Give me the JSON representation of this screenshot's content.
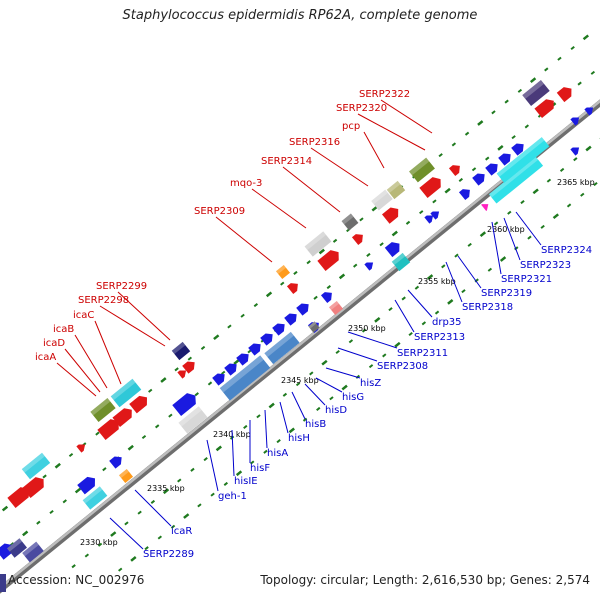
{
  "title": "Staphylococcus epidermidis RP62A, complete genome",
  "footer": {
    "accession": "Accession: NC_002976",
    "topology": "Topology: circular; Length: 2,616,530 bp; Genes: 2,574"
  },
  "colors": {
    "backbone": "#8c8c8c",
    "tick": "#1f7a1f",
    "fwd_label": "#cc0000",
    "rev_label": "#0000cc",
    "kbp_label": "#000000"
  },
  "ticks": [
    "2330 kbp",
    "2335 kbp",
    "2340 kbp",
    "2345 kbp",
    "2350 kbp",
    "2355 kbp",
    "2360 kbp",
    "2365 kbp"
  ],
  "forward_labels": [
    "icaA",
    "icaD",
    "icaB",
    "icaC",
    "SERP2298",
    "SERP2299",
    "SERP2309",
    "mqo-3",
    "SERP2314",
    "SERP2316",
    "pcp",
    "SERP2320",
    "SERP2322"
  ],
  "reverse_labels": [
    "SERP2289",
    "icaR",
    "geh-1",
    "hisIE",
    "hisF",
    "hisA",
    "hisH",
    "hisB",
    "hisD",
    "hisG",
    "hisZ",
    "SERP2308",
    "SERP2311",
    "SERP2313",
    "drp35",
    "SERP2318",
    "SERP2319",
    "SERP2321",
    "SERP2323",
    "SERP2324"
  ]
}
